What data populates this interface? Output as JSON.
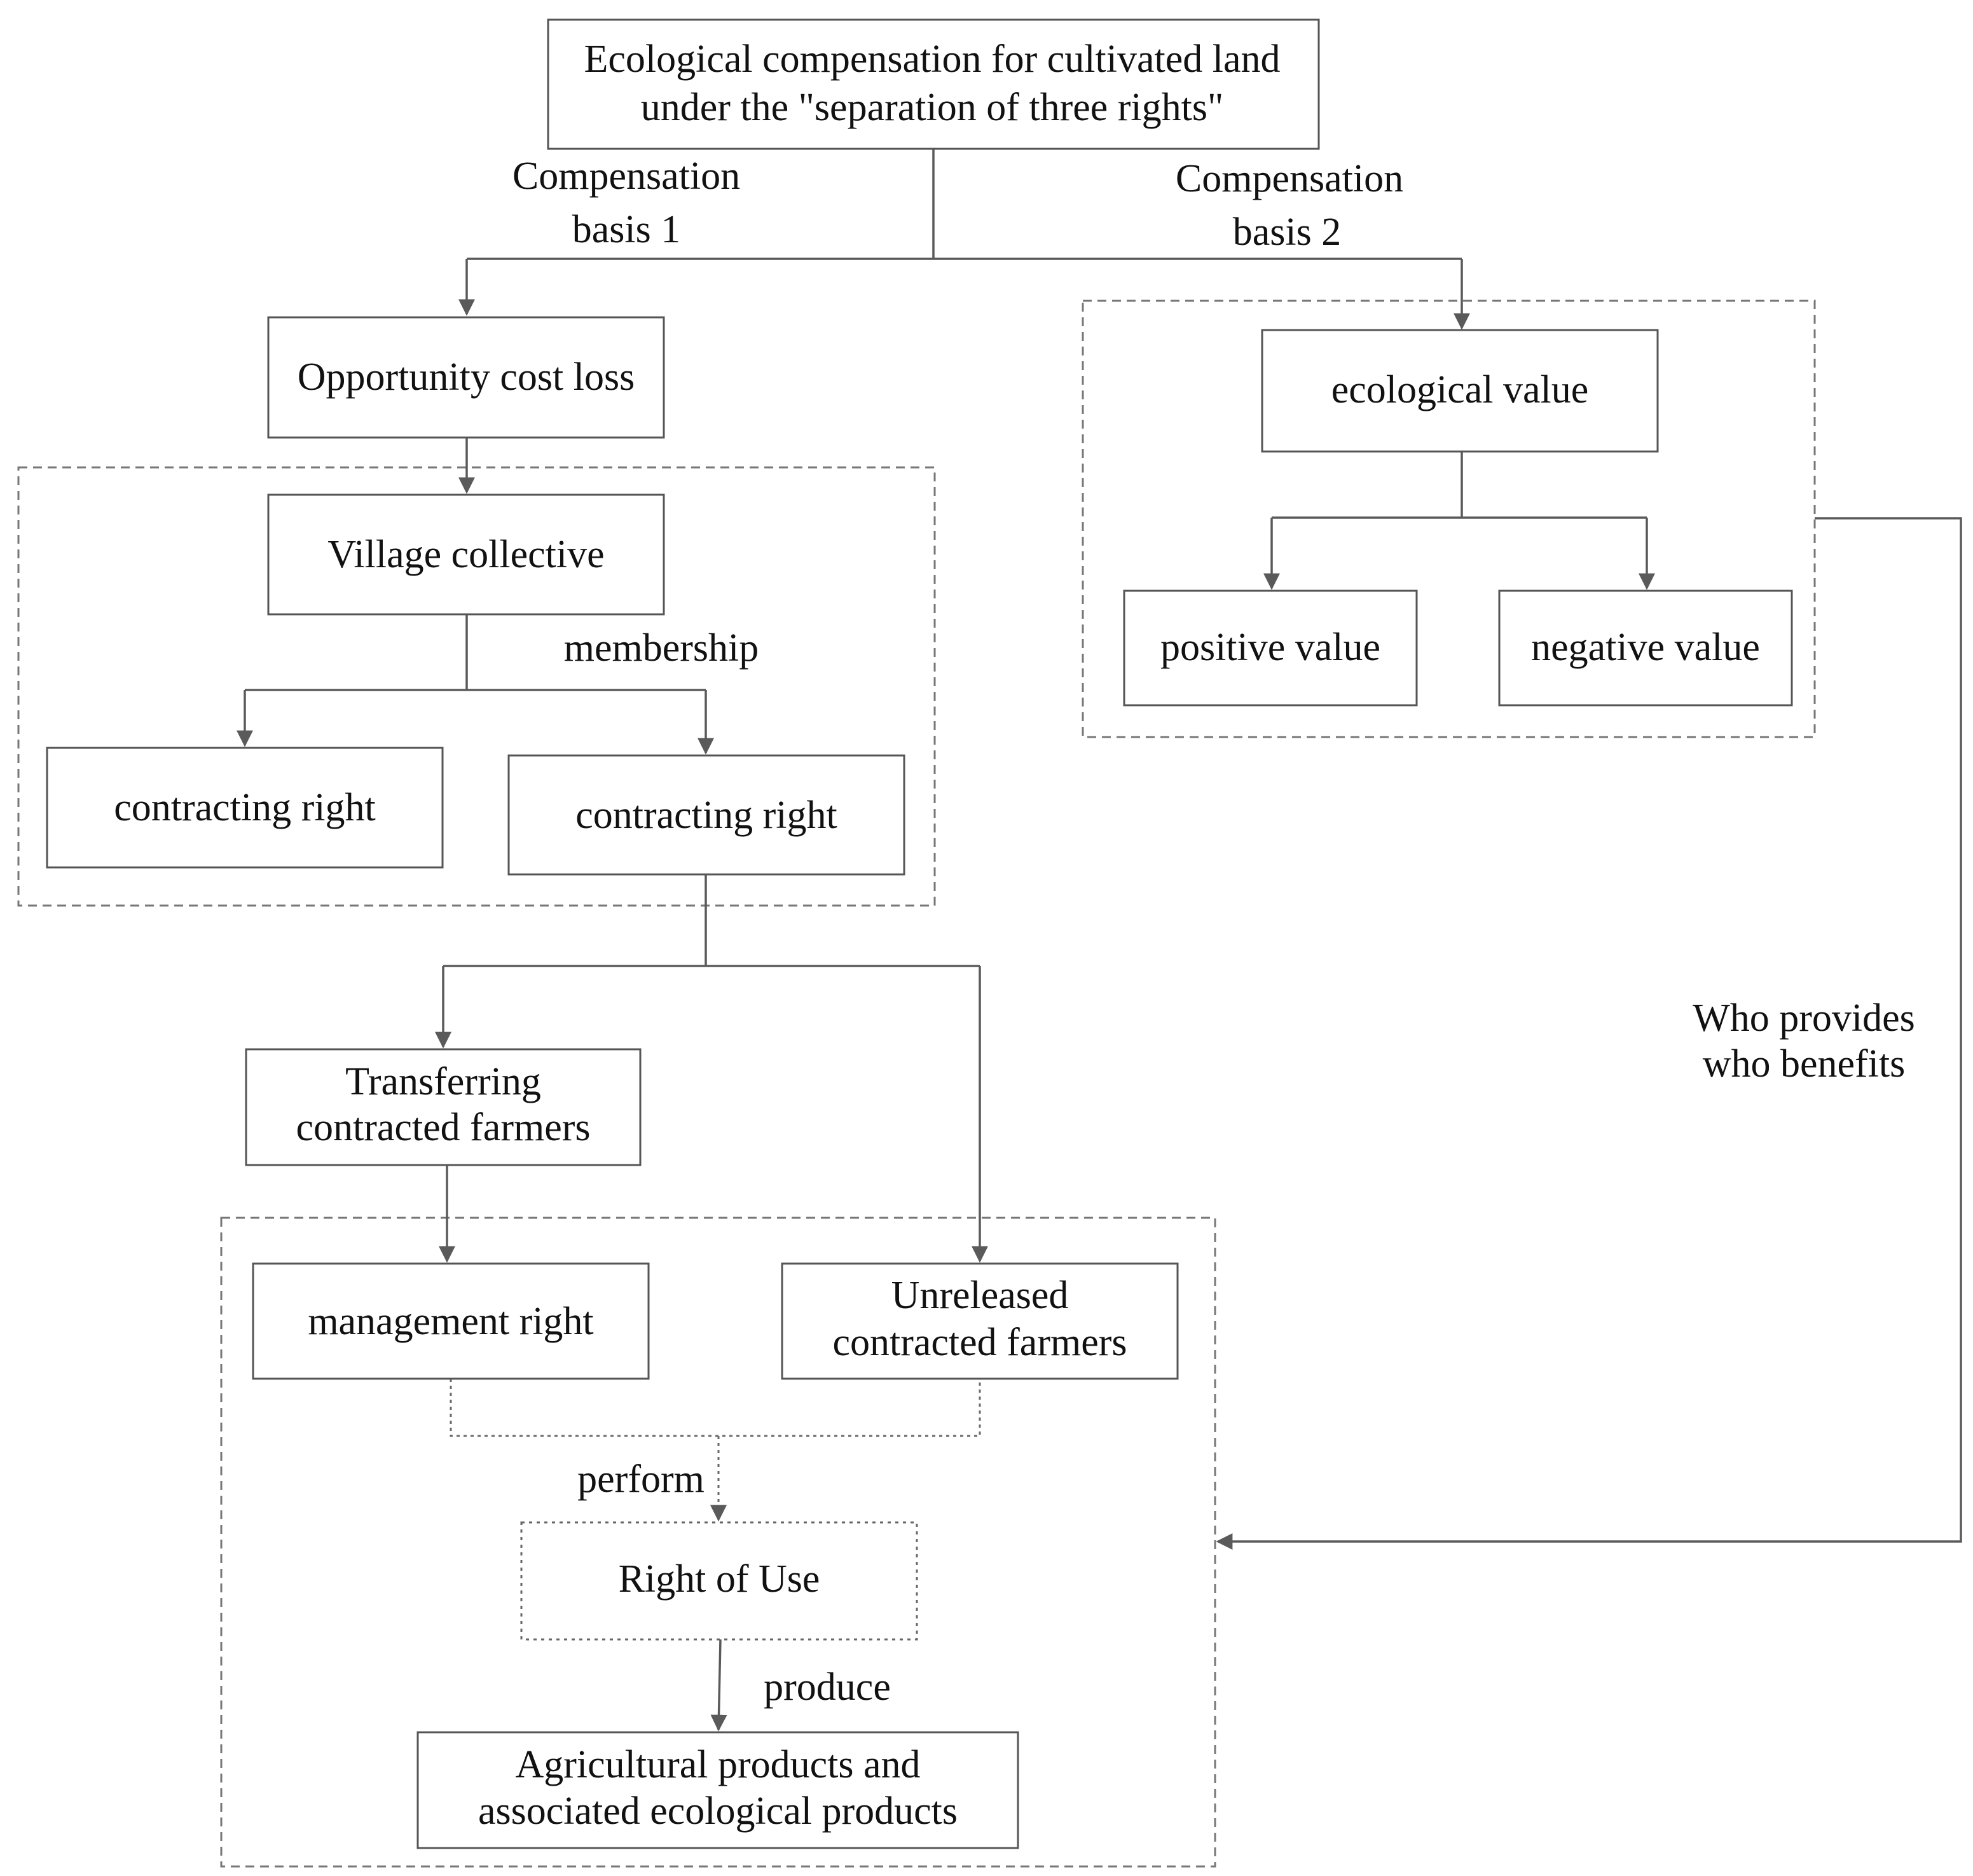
{
  "nodes": {
    "root": {
      "line1": "Ecological compensation for cultivated land",
      "line2": "under the \"separation of three rights\""
    },
    "opportunity": "Opportunity cost loss",
    "village": "Village collective",
    "contracting_left": "contracting right",
    "contracting_right": "contracting right",
    "transferring": {
      "line1": "Transferring",
      "line2": "contracted farmers"
    },
    "management": "management right",
    "unreleased": {
      "line1": "Unreleased",
      "line2": "contracted farmers"
    },
    "right_of_use": "Right of Use",
    "agricultural": {
      "line1": "Agricultural products and",
      "line2": "associated ecological products"
    },
    "ecological": "ecological value",
    "positive": "positive value",
    "negative": "negative value"
  },
  "labels": {
    "basis1": {
      "line1": "Compensation",
      "line2": "basis 1"
    },
    "basis2": {
      "line1": "Compensation",
      "line2": "basis 2"
    },
    "membership": "membership",
    "perform": "perform",
    "produce": "produce",
    "who": {
      "line1": "Who provides",
      "line2": "who benefits"
    }
  },
  "colors": {
    "line": "#5a5a5a",
    "box_border": "#555555",
    "text": "#111111"
  }
}
